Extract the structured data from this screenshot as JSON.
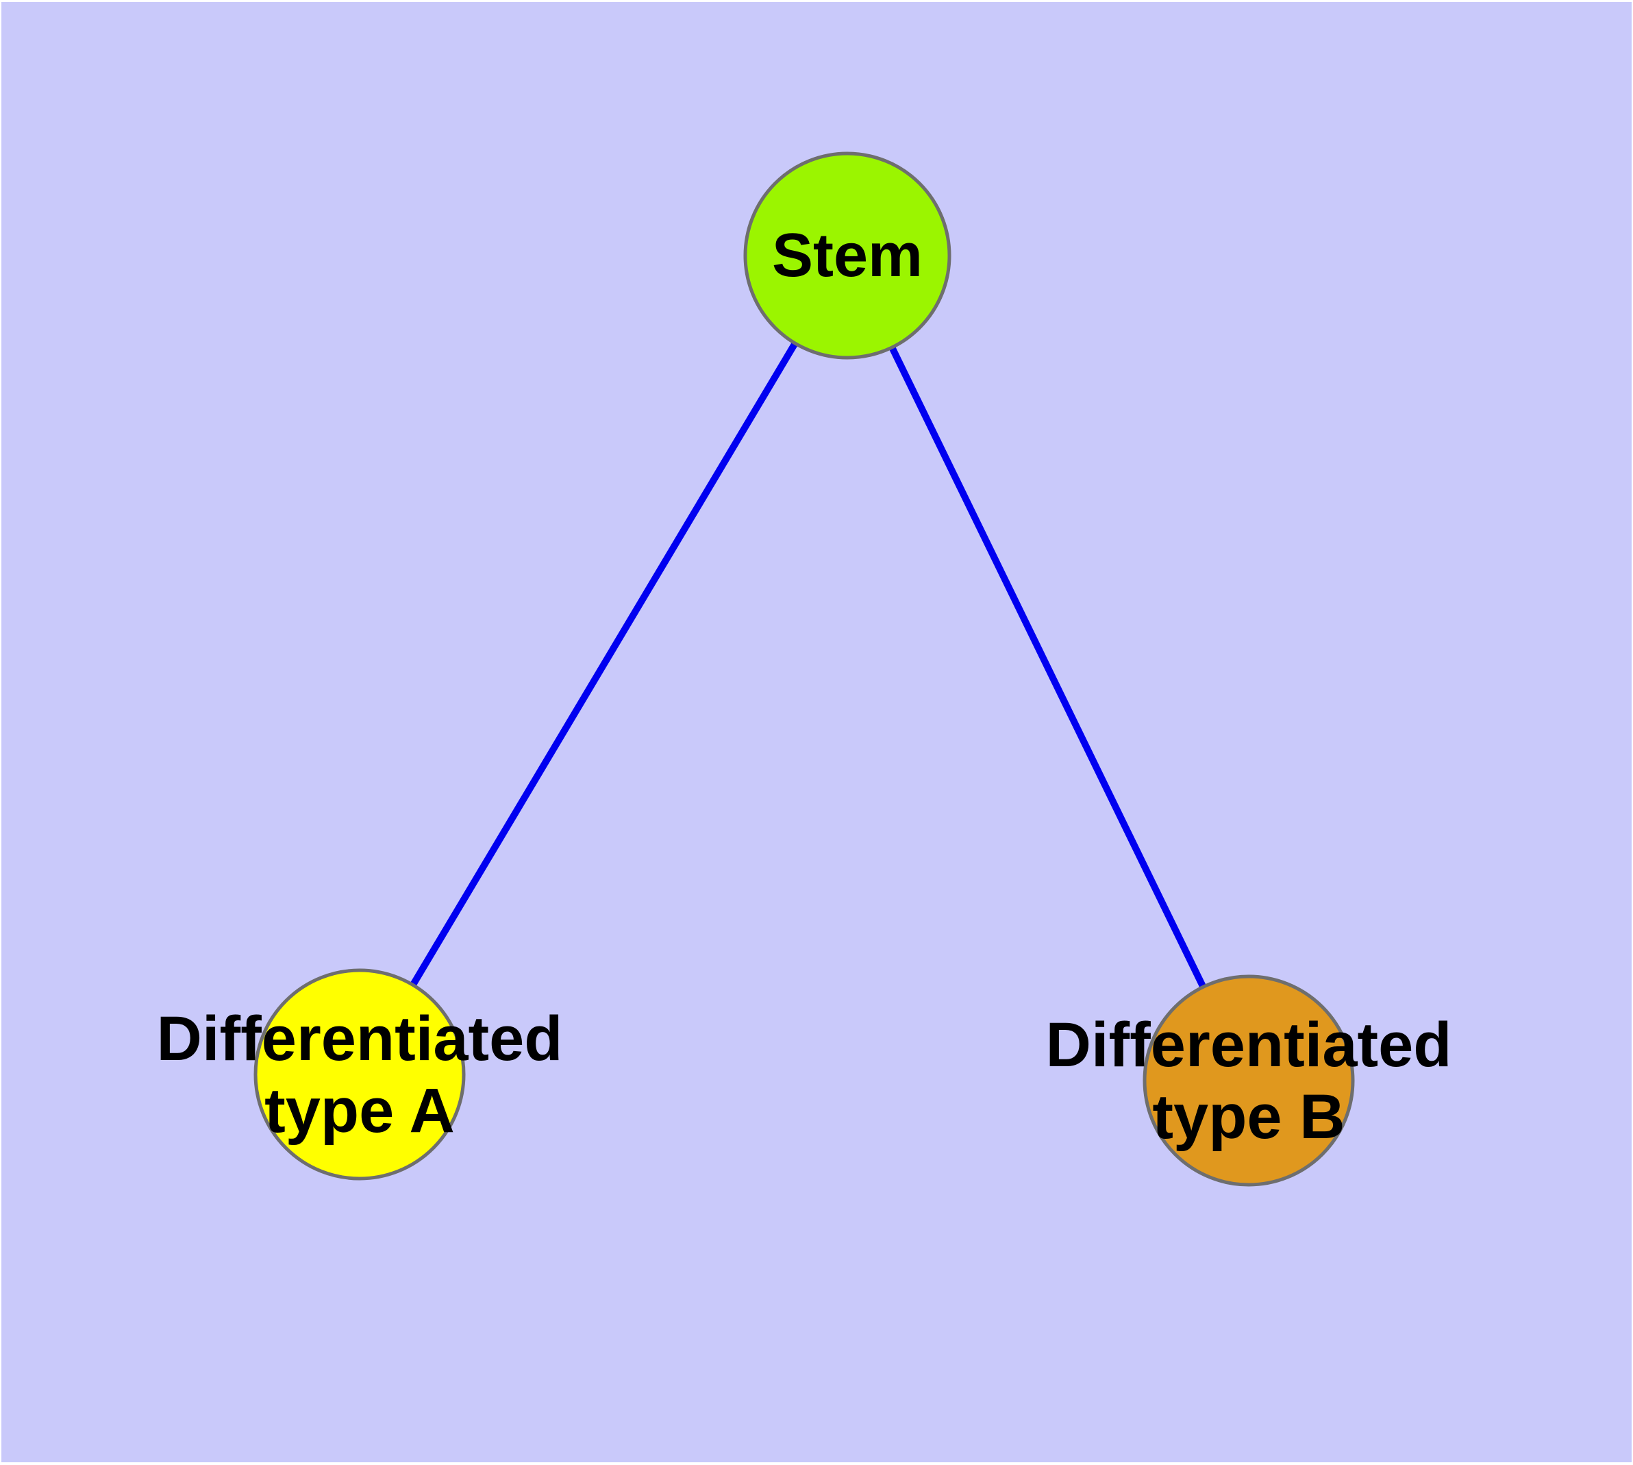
{
  "diagram": {
    "kind": "node-edge graph",
    "background_color": "#C9C9FA",
    "frame_color": "#FFFFFF",
    "edge_color": "#0000F0",
    "node_border_color": "#6E6E6E",
    "label_color": "#000000",
    "nodes": [
      {
        "id": "stem",
        "label": "Stem",
        "fill": "#9BF500"
      },
      {
        "id": "differentiated-type-a",
        "label_line1": "Differentiated",
        "label_line2": "type A",
        "fill": "#FFFF00"
      },
      {
        "id": "differentiated-type-b",
        "label_line1": "Differentiated",
        "label_line2": "type B",
        "fill": "#E0981E"
      }
    ],
    "edges": [
      {
        "from": "stem",
        "to": "differentiated-type-a"
      },
      {
        "from": "stem",
        "to": "differentiated-type-b"
      }
    ]
  }
}
